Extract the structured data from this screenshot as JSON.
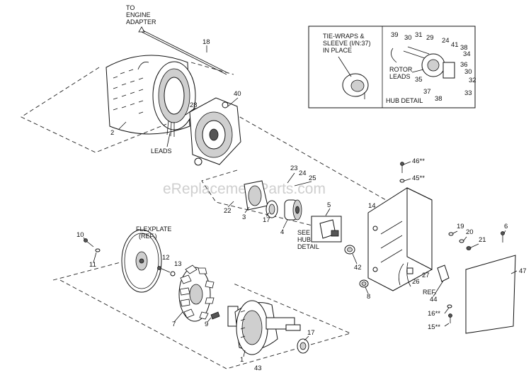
{
  "captions": {
    "engine_adapter": [
      "TO",
      "ENGINE",
      "ADAPTER"
    ],
    "tie_wraps": [
      "TIE-WRAPS &",
      "SLEEVE (I/N:37)",
      "IN PLACE"
    ],
    "rotor_leads": [
      "ROTOR",
      "LEADS"
    ],
    "hub_detail": "HUB DETAIL",
    "leads": "LEADS",
    "flexplate": [
      "FLEXPLATE",
      "(REF.)"
    ],
    "see_hub_detail": [
      "SEE",
      "HUB",
      "DETAIL"
    ],
    "ref": "REF."
  },
  "watermark": "eReplacementParts.com",
  "callouts": {
    "c18": "18",
    "c2": "2",
    "c40": "40",
    "c28": "28",
    "c23": "23",
    "c24": "24",
    "c25": "25",
    "c22": "22",
    "c3": "3",
    "c17a": "17",
    "c4": "4",
    "c5": "5",
    "c46": "46**",
    "c45": "45**",
    "c14": "14",
    "c19": "19",
    "c20": "20",
    "c21": "21",
    "c6": "6",
    "c42": "42",
    "c8": "8",
    "c26": "26",
    "c27": "27",
    "c44": "44",
    "c16": "16**",
    "c15": "15**",
    "c47": "47",
    "c10": "10",
    "c11": "11",
    "c12": "12",
    "c13": "13",
    "c7": "7",
    "c9": "9",
    "c1": "1",
    "c43": "43",
    "c17b": "17",
    "d39": "39",
    "d30a": "30",
    "d31": "31",
    "d29": "29",
    "d24": "24",
    "d41": "41",
    "d38a": "38",
    "d34": "34",
    "d35": "35",
    "d36": "36",
    "d30b": "30",
    "d32": "32",
    "d37": "37",
    "d38b": "38",
    "d33": "33"
  }
}
